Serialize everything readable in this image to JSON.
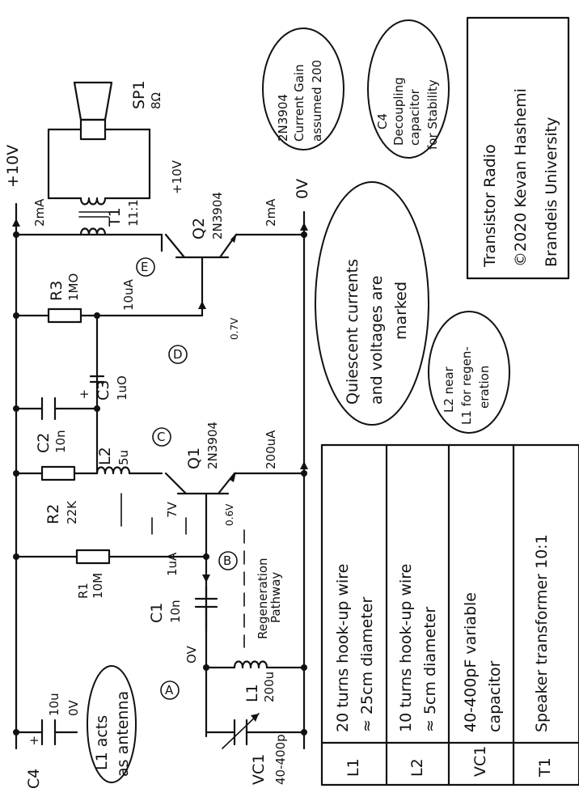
{
  "rails": {
    "plus": "+10V",
    "zero": "0V"
  },
  "components": {
    "c4": {
      "name": "C4",
      "value": "10u",
      "rail": "0V"
    },
    "vc1": {
      "name": "VC1",
      "value": "40-400p"
    },
    "l1": {
      "name": "L1",
      "value": "200u"
    },
    "c1": {
      "name": "C1",
      "value": "10n",
      "current": "1uA"
    },
    "r1": {
      "name": "R1",
      "value": "10M"
    },
    "r2": {
      "name": "R2",
      "value": "22K"
    },
    "c2": {
      "name": "C2",
      "value": "10n"
    },
    "l2": {
      "name": "L2",
      "value": "5u"
    },
    "q1": {
      "name": "Q1",
      "part": "2N3904",
      "current": "200uA",
      "vbe": "0.6V",
      "vc": "7V"
    },
    "c3": {
      "name": "C3",
      "value": "1uO"
    },
    "r3": {
      "name": "R3",
      "value": "1MO",
      "current": "10uA"
    },
    "q2": {
      "name": "Q2",
      "part": "2N3904",
      "current": "2mA",
      "vbe": "0.7V",
      "rail": "+10V"
    },
    "t1": {
      "name": "T1",
      "ratio": "11:1"
    },
    "sp1": {
      "name": "SP1",
      "value": "8Ω"
    }
  },
  "misc": {
    "ov_node": "OV",
    "i_2ma_top": "2mA",
    "regen": [
      "Regeneration",
      "Pathway"
    ]
  },
  "markers": [
    "A",
    "B",
    "C",
    "D",
    "E"
  ],
  "clouds": {
    "antenna": [
      "L1 acts",
      "as antenna"
    ],
    "gain": [
      "2N3904",
      "Current Gain",
      "assumed 200"
    ],
    "decoupling": [
      "C4",
      "Decoupling",
      "capacitor",
      "for Stability"
    ],
    "quiescent": [
      "Quiescent currents",
      "and voltages are",
      "marked"
    ],
    "l2near": [
      "L2 near",
      "L1 for regen-",
      "eration"
    ]
  },
  "title_block": {
    "title": "Transistor Radio",
    "copyright": "©2020 Kevan Hashemi",
    "org": "Brandeis University"
  },
  "notes_table": [
    {
      "ref": "L1",
      "text": [
        "20 turns hook-up wire",
        "≈ 25cm diameter"
      ]
    },
    {
      "ref": "L2",
      "text": [
        "10 turns hook-up wire",
        "≈ 5cm diameter"
      ]
    },
    {
      "ref": "VC1",
      "text": [
        "40-400pF variable",
        "capacitor"
      ]
    },
    {
      "ref": "T1",
      "text": [
        "Speaker transformer 10:1"
      ]
    }
  ]
}
